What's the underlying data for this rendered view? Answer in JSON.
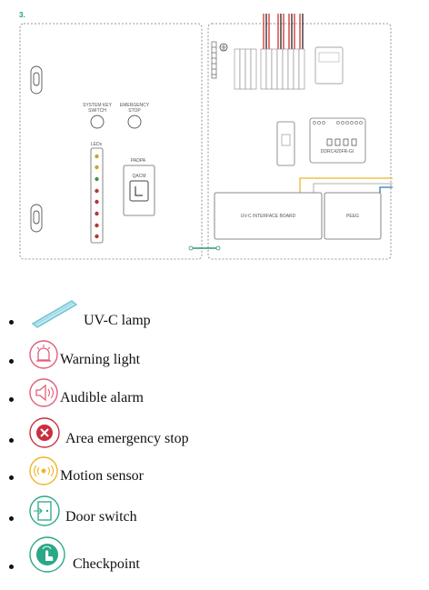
{
  "step_number": "3.",
  "diagram": {
    "left_panel": {
      "system_key_switch": "SYSTEM KEY\nSWITCH",
      "emergency_stop": "EMERGENCY\nSTOP",
      "leds_label": "LEDs",
      "padpa_label": "PADPA",
      "qacm_label": "QACM"
    },
    "right_panel": {
      "relay_label": "DDRC420FR-GI",
      "interface_board": "UV-C INTERFACE BOARD",
      "peeg_label": "PEEG"
    }
  },
  "legend": [
    {
      "label": "UV-C lamp",
      "icon": "uvc-lamp-icon",
      "color": "#6cc3d5"
    },
    {
      "label": "Warning light",
      "icon": "warning-light-icon",
      "color": "#e35d7a"
    },
    {
      "label": "Audible alarm",
      "icon": "audible-alarm-icon",
      "color": "#e35d7a"
    },
    {
      "label": "Area emergency stop",
      "icon": "emergency-stop-icon",
      "color": "#c8303f"
    },
    {
      "label": "Motion sensor",
      "icon": "motion-sensor-icon",
      "color": "#f0b429"
    },
    {
      "label": "Door switch",
      "icon": "door-switch-icon",
      "color": "#2aa887"
    },
    {
      "label": "Checkpoint",
      "icon": "checkpoint-icon",
      "color": "#2aa887"
    }
  ]
}
